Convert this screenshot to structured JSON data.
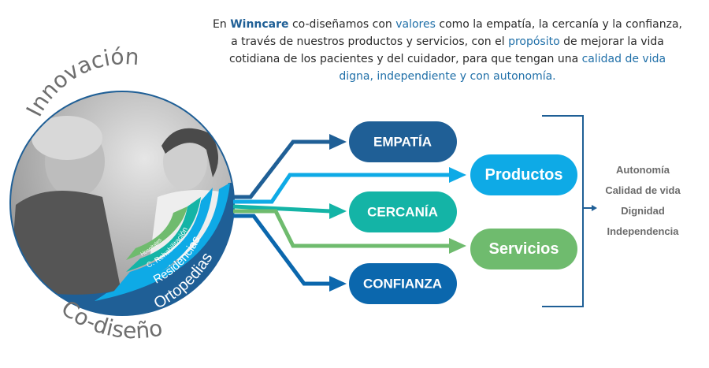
{
  "intro": {
    "p1": "En ",
    "brand": "Winncare",
    "p2": " co-diseñamos con ",
    "h1": "valores",
    "p3": " como la empatía, la cercanía y la confianza, a través de nuestros productos y servicios, con el ",
    "h2": "propósito",
    "p4": " de mejorar la vida cotidiana de los pacientes y del cuidador, para que tengan una ",
    "h3": "calidad de vida digna, independiente y con autonomía."
  },
  "circle": {
    "top_label": "Innovación",
    "bottom_label": "Co-diseño",
    "bands": [
      "Ortopedias",
      "Residencias",
      "C. Rehabilitación",
      "Hospitales"
    ]
  },
  "values": [
    "EMPATÍA",
    "CERCANÍA",
    "CONFIANZA"
  ],
  "offerings": [
    "Productos",
    "Servicios"
  ],
  "outcomes": [
    "Autonomía",
    "Calidad de vida",
    "Dignidad",
    "Independencia"
  ],
  "colors": {
    "dark_blue": "#1f5f96",
    "light_blue": "#0eaae6",
    "teal": "#14b4a6",
    "green": "#6fbb6e",
    "confianza_blue": "#0b67ad",
    "gray_text": "#6b6b6b"
  }
}
